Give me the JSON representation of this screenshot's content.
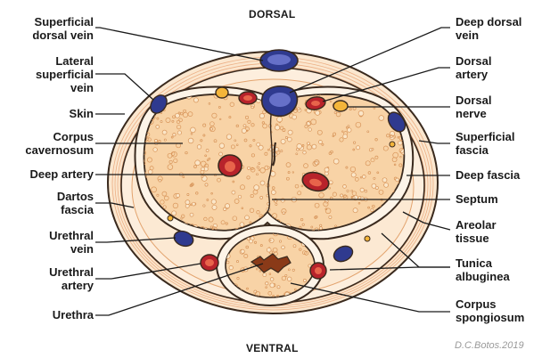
{
  "orientation": {
    "top": "DORSAL",
    "bottom": "VENTRAL"
  },
  "credit": "D.C.Botos.2019",
  "labels_left": [
    {
      "id": "superficial-dorsal-vein",
      "text": "Superficial\ndorsal vein"
    },
    {
      "id": "lateral-superficial-vein",
      "text": "Lateral\nsuperficial\nvein"
    },
    {
      "id": "skin",
      "text": "Skin"
    },
    {
      "id": "corpus-cavernosum",
      "text": "Corpus\ncavernosum"
    },
    {
      "id": "deep-artery",
      "text": "Deep artery"
    },
    {
      "id": "dartos-fascia",
      "text": "Dartos\nfascia"
    },
    {
      "id": "urethral-vein",
      "text": "Urethral\nvein"
    },
    {
      "id": "urethral-artery",
      "text": "Urethral\nartery"
    },
    {
      "id": "urethra",
      "text": "Urethra"
    }
  ],
  "labels_right": [
    {
      "id": "deep-dorsal-vein",
      "text": "Deep dorsal\nvein"
    },
    {
      "id": "dorsal-artery",
      "text": "Dorsal\nartery"
    },
    {
      "id": "dorsal-nerve",
      "text": "Dorsal\nnerve"
    },
    {
      "id": "superficial-fascia",
      "text": "Superficial\nfascia"
    },
    {
      "id": "deep-fascia",
      "text": "Deep fascia"
    },
    {
      "id": "septum",
      "text": "Septum"
    },
    {
      "id": "areolar-tissue",
      "text": "Areolar\ntissue"
    },
    {
      "id": "tunica-albuginea",
      "text": "Tunica\nalbuginea"
    },
    {
      "id": "corpus-spongiosum",
      "text": "Corpus\nspongiosum"
    }
  ],
  "colors": {
    "skin_outer": "#f9dfbf",
    "skin_line": "#e8a070",
    "fascia_band": "#fbe3c6",
    "tissue_fill": "#f8d3a6",
    "tunica": "#fdf1e0",
    "dots": "#d8955a",
    "vein": "#2f3a8f",
    "artery": "#b8232b",
    "nerve": "#f4b53a",
    "outline": "#3a2a1e",
    "urethra": "#8a3a18"
  }
}
